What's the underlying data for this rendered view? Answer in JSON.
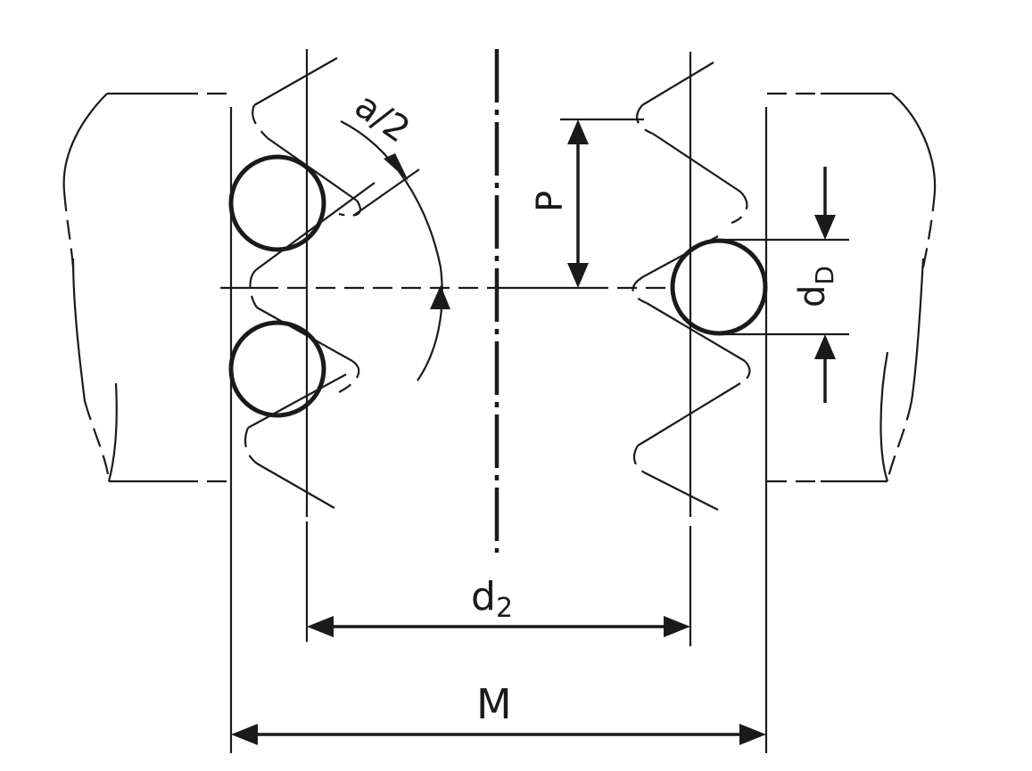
{
  "labels": {
    "half_angle": "a/2",
    "pitch": "P",
    "wire_diameter_main": "d",
    "wire_diameter_sub": "D",
    "pitch_diameter_main": "d",
    "pitch_diameter_sub": "2",
    "measurement": "M"
  },
  "colors": {
    "line": "#1a1a1a",
    "background": "#ffffff"
  }
}
